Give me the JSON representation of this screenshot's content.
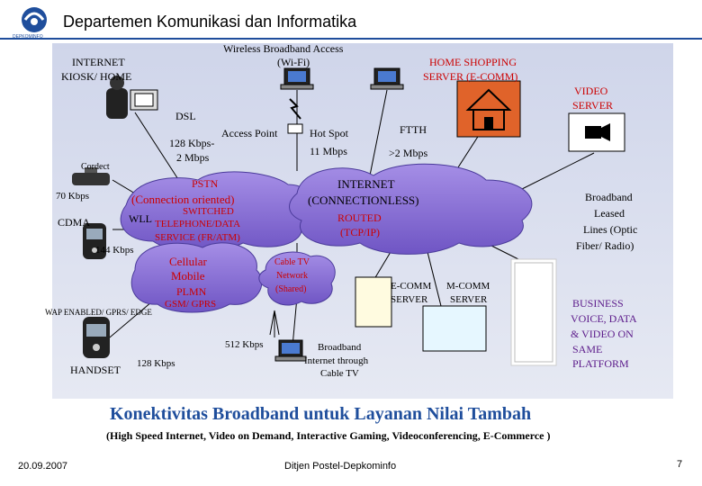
{
  "header": {
    "title": "Departemen Komunikasi dan Informatika",
    "logo_text": "DEPKOMINFO"
  },
  "labels": {
    "wireless": "Wireless Broadband Access",
    "wifi": "(Wi-Fi)",
    "internet_kiosk_1": "INTERNET",
    "internet_kiosk_2": "KIOSK/ HOME",
    "home_shopping_1": "HOME SHOPPING",
    "home_shopping_2": "SERVER (E-COMM)",
    "video_server_1": "VIDEO",
    "video_server_2": "SERVER",
    "dsl": "DSL",
    "access_point": "Access Point",
    "hot_spot_1": "Hot Spot",
    "hot_spot_2": "11 Mbps",
    "ftth": "FTTH",
    "ftth_speed": ">2 Mbps",
    "dsl_speed_1": "128 Kbps-",
    "dsl_speed_2": "2 Mbps",
    "cordect": "Cordect",
    "cordect_speed": "70 Kbps",
    "pstn": "PSTN",
    "pstn_sub": "(Connection oriented)",
    "switched_1": "SWITCHED",
    "switched_2": "TELEPHONE/DATA",
    "switched_3": "SERVICE (FR/ATM)",
    "wll": "WLL",
    "cdma": "CDMA",
    "cdma_speed": "144 Kbps",
    "internet": "INTERNET",
    "internet_sub": "(CONNECTIONLESS)",
    "routed_1": "ROUTED",
    "routed_2": "(TCP/IP)",
    "broadband_1": "Broadband",
    "broadband_2": "Leased",
    "broadband_3": "Lines (Optic",
    "broadband_4": "Fiber/ Radio)",
    "cellular_1": "Cellular",
    "cellular_2": "Mobile",
    "plmn_1": "PLMN",
    "plmn_2": "GSM/ GPRS",
    "wap": "WAP ENABLED/ GPRS/ EDGE",
    "cable_1": "Cable TV",
    "cable_2": "Network",
    "cable_3": "(Shared)",
    "ecomm_1": "E-COMM",
    "ecomm_2": "SERVER",
    "mcomm_1": "M-COMM",
    "mcomm_2": "SERVER",
    "business_1": "BUSINESS",
    "business_2": "VOICE, DATA",
    "business_3": "& VIDEO ON",
    "business_4": "SAME",
    "business_5": "PLATFORM",
    "speed_512": "512 Kbps",
    "handset": "HANDSET",
    "speed_128": "128 Kbps",
    "bb_cable_1": "Broadband",
    "bb_cable_2": "Internet through",
    "bb_cable_3": "Cable TV"
  },
  "main_title": "Konektivitas Broadband untuk Layanan Nilai Tambah",
  "subtitle": "(High Speed Internet, Video on Demand, Interactive Gaming, Videoconferencing, E-Commerce )",
  "footer": {
    "date": "20.09.2007",
    "source": "Ditjen Postel-Depkominfo",
    "page": "7"
  },
  "colors": {
    "cloud": "#8a6fd6",
    "accent_blue": "#1f4e9c",
    "red": "#cc0000",
    "purple": "#5b1a8a",
    "house": "#e0632a"
  }
}
